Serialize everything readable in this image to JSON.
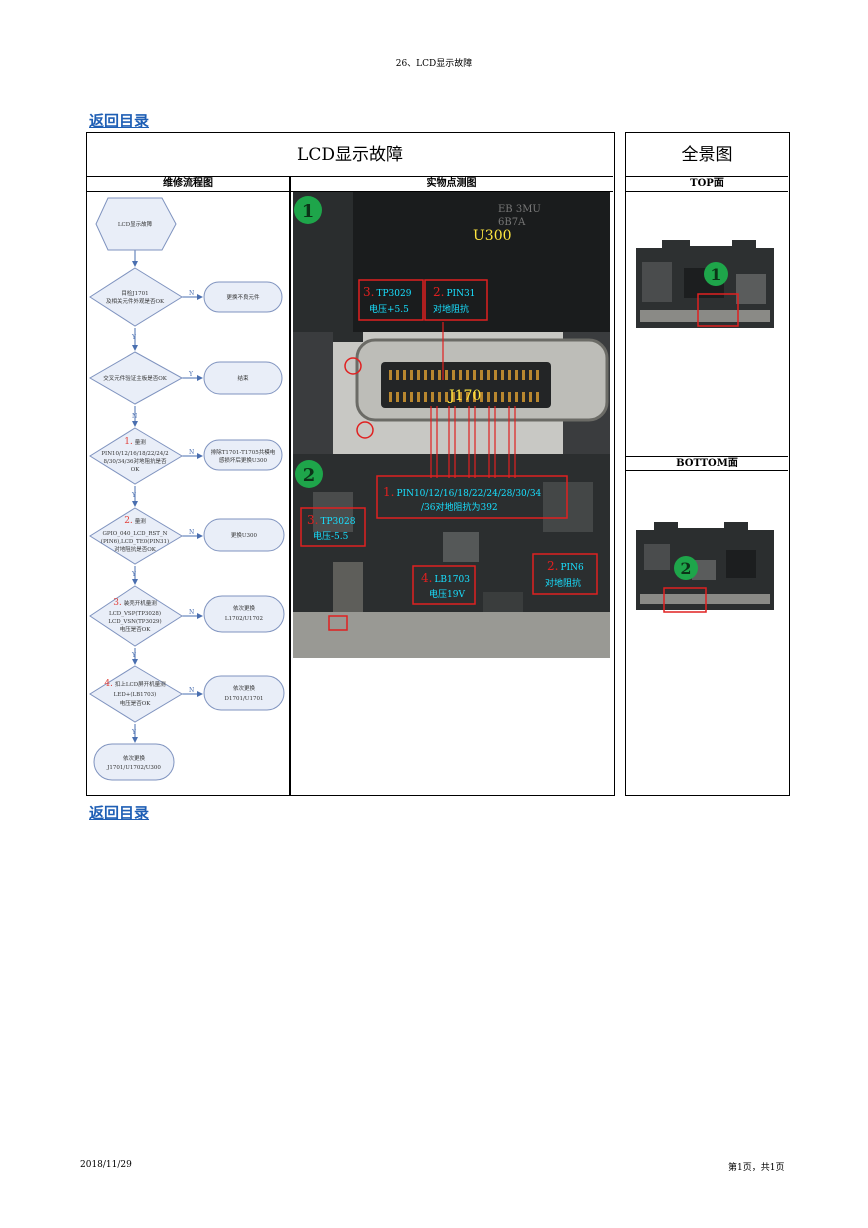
{
  "header": {
    "title": "26、LCD显示故障"
  },
  "links": {
    "back_top": "返回目录",
    "back_bottom": "返回目录"
  },
  "table": {
    "main_title": "LCD显示故障",
    "overview_title": "全景图",
    "col_flow": "维修流程图",
    "col_photo": "实物点测图",
    "col_top": "TOP面",
    "col_bottom": "BOTTOM面"
  },
  "flow": {
    "start": "LCD显示故障",
    "d1": [
      "目检J1701",
      "及相关元件外观是否OK"
    ],
    "r1": "更换不良元件",
    "d2": "交叉元件验证主板是否OK",
    "r2": "结束",
    "d3": {
      "num": "1.",
      "lines": [
        "量测",
        "PIN10/12/16/18/22/24/2",
        "8/30/34/36对地阻抗是否",
        "OK"
      ]
    },
    "r3": [
      "排除T1701-T1705共模电",
      "感损坏后更换U300"
    ],
    "d4": {
      "num": "2.",
      "lines": [
        "量测",
        "GPIO_040_LCD_RST_N",
        "(PIN6),LCD_TE0(PIN31)",
        "对地阻抗是否OK"
      ]
    },
    "r4": "更换U300",
    "d5": {
      "num": "3.",
      "lines": [
        "装壳开机量测",
        "LCD_VSP(TP3028)",
        "LCD_VSN(TP3029)",
        "电压是否OK"
      ]
    },
    "r5": [
      "依次更换",
      "L1702/U1702"
    ],
    "d6": {
      "num": "4.",
      "lines": [
        "扣上LCD屏开机量测",
        "LED+(LB1703)",
        "电压是否OK"
      ]
    },
    "r6": [
      "依次更换",
      "D1701/U1701"
    ],
    "end": [
      "依次更换",
      "J1701/U1702/U300"
    ],
    "yes": "Y",
    "no": "N"
  },
  "photo": {
    "badge1": "1",
    "badge2": "2",
    "chip": "U300",
    "chip_mark": [
      "EB 3MU",
      "6B7A"
    ],
    "connector": "J170",
    "a1": {
      "num": "3.",
      "lines": [
        "TP3029",
        "电压+5.5"
      ]
    },
    "a2": {
      "num": "2.",
      "lines": [
        "PIN31",
        "对地阻抗"
      ]
    },
    "a3": {
      "num": "1.",
      "lines": [
        "PIN10/12/16/18/22/24/28/30/34",
        "/36对地阻抗为392"
      ]
    },
    "a4": {
      "num": "3.",
      "lines": [
        "TP3028",
        "电压-5.5"
      ]
    },
    "a5": {
      "num": "4.",
      "lines": [
        "LB1703",
        "电压19V"
      ]
    },
    "a6": {
      "num": "2.",
      "lines": [
        "PIN6",
        "对地阻抗"
      ]
    }
  },
  "overview": {
    "top_badge": "1",
    "bottom_badge": "2"
  },
  "footer": {
    "date": "2018/11/29",
    "page": "第1页，共1页"
  }
}
